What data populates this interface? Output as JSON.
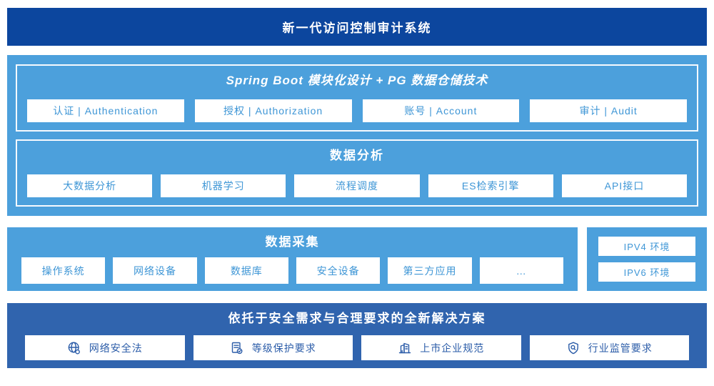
{
  "colors": {
    "banner_bg": "#0c469e",
    "light_blue_bg": "#4ca0dc",
    "solution_bg": "#3064ae",
    "light_box_text": "#3e96d6",
    "solution_box_text": "#2b5ca8"
  },
  "banner": {
    "title": "新一代访问控制审计系统"
  },
  "platform": {
    "springboot": {
      "title": "Spring Boot 模块化设计 + PG 数据仓储技术",
      "modules": [
        "认证 | Authentication",
        "授权 | Authorization",
        "账号 | Account",
        "审计 | Audit"
      ]
    },
    "analysis": {
      "title": "数据分析",
      "modules": [
        "大数据分析",
        "机器学习",
        "流程调度",
        "ES检索引擎",
        "API接口"
      ]
    }
  },
  "collection": {
    "title": "数据采集",
    "modules": [
      "操作系统",
      "网络设备",
      "数据库",
      "安全设备",
      "第三方应用",
      "…"
    ]
  },
  "environments": {
    "items": [
      "IPV4 环境",
      "IPV6 环境"
    ]
  },
  "solution": {
    "title": "依托于安全需求与合理要求的全新解决方案",
    "items": [
      {
        "icon": "globe-icon",
        "label": "网络安全法"
      },
      {
        "icon": "document-check-icon",
        "label": "等级保护要求"
      },
      {
        "icon": "building-icon",
        "label": "上市企业规范"
      },
      {
        "icon": "shield-search-icon",
        "label": "行业监管要求"
      }
    ]
  }
}
